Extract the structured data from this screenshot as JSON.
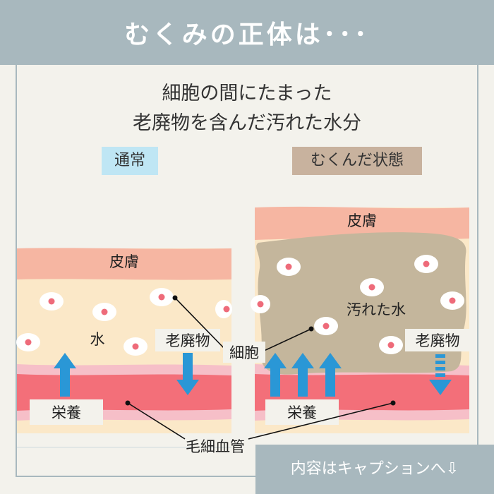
{
  "header": {
    "title": "むくみの正体は･･･"
  },
  "subtitle": {
    "line1": "細胞の間にたまった",
    "line2": "老廃物を含んだ汚れた水分"
  },
  "tags": {
    "normal": "通常",
    "swollen": "むくんだ状態"
  },
  "diagram": {
    "skin_left": "皮膚",
    "skin_right": "皮膚",
    "water": "水",
    "dirty_water": "汚れた水",
    "waste_left": "老廃物",
    "waste_right": "老廃物",
    "cell": "細胞",
    "nutrition_left": "栄養",
    "nutrition_right": "栄養",
    "capillary": "毛細血管"
  },
  "caption_button": {
    "label": "内容はキャプションへ⇩"
  },
  "colors": {
    "header": "#a8b8be",
    "skin": "#f6b6a2",
    "tissue": "#fbe8c8",
    "vessel": "#f36f79",
    "vessel_edge": "#f6bfc8",
    "arrow": "#2a97d6",
    "dirty_water": "#c4b69c",
    "tag_normal": "#bfe6f4",
    "tag_swollen": "#c8b29e"
  }
}
